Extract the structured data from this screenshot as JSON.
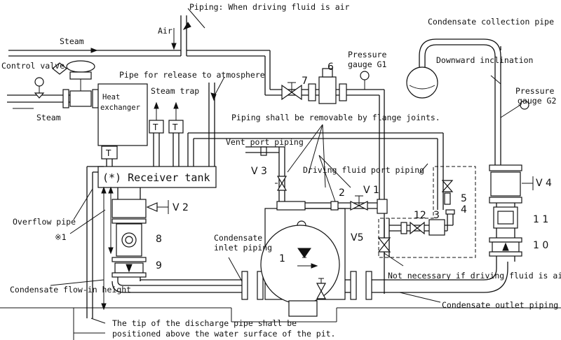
{
  "labels": {
    "piping_air": "Piping: When driving fluid is air",
    "air": "Air",
    "condensate_collection_pipe": "Condensate collection pipe",
    "steam_top": "Steam",
    "control_valve": "Control valve",
    "steam_bottom": "Steam",
    "heat_exchanger_1": "Heat",
    "heat_exchanger_2": "exchanger",
    "pipe_release": "Pipe for release to atmosphere",
    "steam_trap": "Steam trap",
    "pressure_gauge_g1_1": "Pressure",
    "pressure_gauge_g1_2": "gauge G1",
    "downward_inclination": "Downward inclination",
    "pressure_gauge_g2_1": "Pressure",
    "pressure_gauge_g2_2": "gauge G2",
    "flange_joints": "Piping shall be removable by flange joints.",
    "vent_port_piping": "Vent port piping",
    "receiver_tank": "(*) Receiver tank",
    "driving_fluid_port": "Driving fluid port piping",
    "overflow_pipe": "Overflow pipe",
    "condensate_inlet_1": "Condensate",
    "condensate_inlet_2": "inlet piping",
    "note_1": "※1",
    "not_necessary": "Not necessary if driving fluid is air",
    "condensate_flow_in": "Condensate flow-in height",
    "condensate_outlet": "Condensate outlet piping",
    "tip_note_1": "The tip of the discharge pipe shall be",
    "tip_note_2": "positioned above the water surface of the pit.",
    "trap_t1": "T",
    "trap_t2": "T",
    "trap_t3": "T"
  },
  "numbers": {
    "n1": "1",
    "n2": "2",
    "n3": "3",
    "n4": "4",
    "n5": "5",
    "n6": "6",
    "n7": "7",
    "n8": "8",
    "n9": "9",
    "n10": "1 0",
    "n11": "1 1",
    "n12": "12",
    "v1": "V 1",
    "v2": "V 2",
    "v3": "V 3",
    "v4": "V 4",
    "v5": "V5"
  }
}
